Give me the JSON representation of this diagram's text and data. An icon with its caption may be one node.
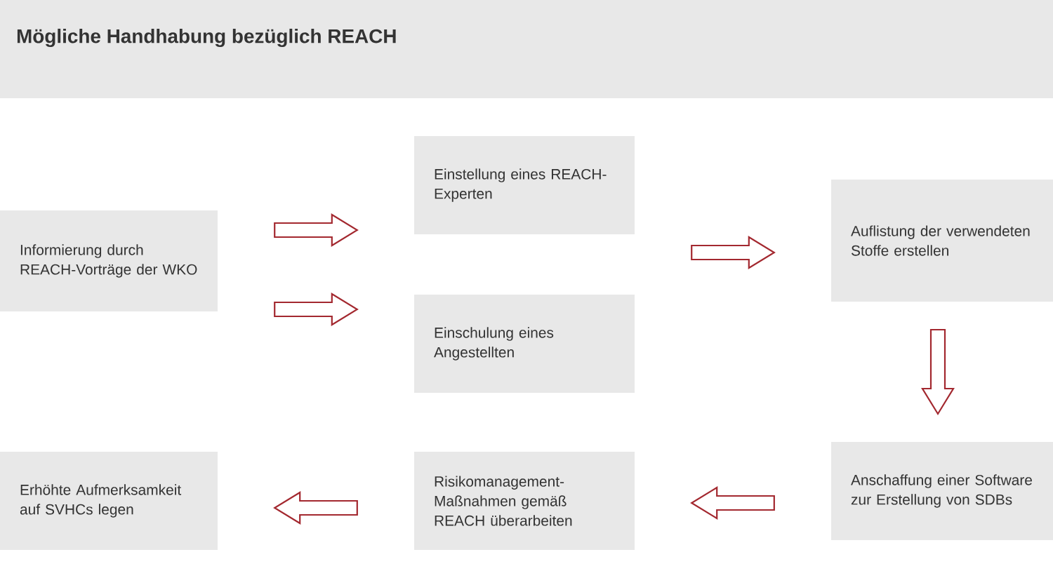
{
  "diagram": {
    "title": "Mögliche Handhabung bezüglich REACH",
    "nodes": [
      {
        "text": [
          "Informierung durch REACH-Vorträge der WKO"
        ]
      },
      {
        "text": [
          "Einstellung eines REACH-Experten"
        ]
      },
      {
        "text": [
          "Einschulung eines Angestellten"
        ]
      },
      {
        "text": [
          "Auflistung der verwendeten Stoffe erstellen"
        ]
      },
      {
        "text": [
          "Anschaffung einer Software zur Erstellung von SDBs"
        ]
      },
      {
        "text": [
          "Risikomanagement-Maßnahmen gemäß REACH überarbeiten"
        ]
      },
      {
        "text": [
          "Erhöhte Aufmerksamkeit auf SVHCs legen"
        ]
      }
    ],
    "edges": [
      {
        "from": 0,
        "to": 1,
        "arrow": "to"
      },
      {
        "from": 0,
        "to": 2,
        "arrow": "to"
      },
      {
        "from": 1,
        "to": 3,
        "arrow": "to"
      },
      {
        "from": 2,
        "to": 3,
        "arrow": "to"
      },
      {
        "from": 3,
        "to": 4,
        "arrow": "to"
      },
      {
        "from": 4,
        "to": 5,
        "arrow": "to"
      },
      {
        "from": 5,
        "to": 6,
        "arrow": "to"
      }
    ]
  }
}
